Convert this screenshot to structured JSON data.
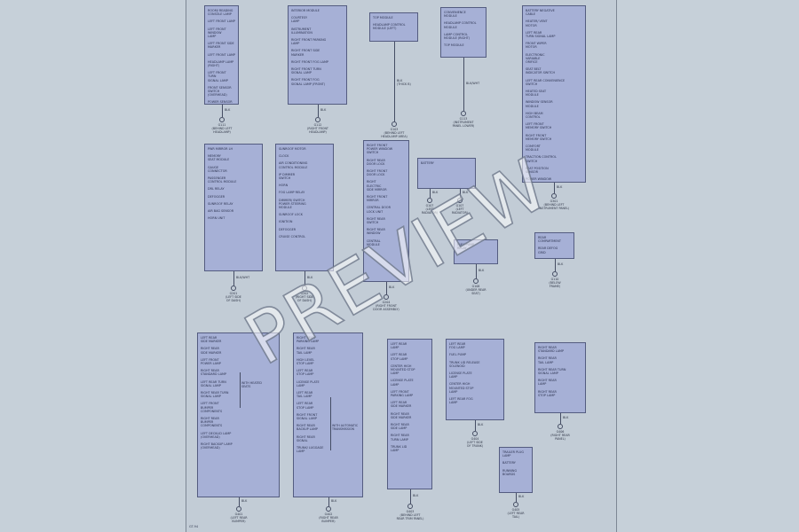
{
  "page_number": "GT-94",
  "watermark": "PREVIEW",
  "boxes": [
    {
      "items": [
        "ROOM/ READING\nCONSOLE LAMP",
        "LEFT FRONT LAMP",
        "LEFT FRONT WINDOW\nLAMP",
        "LEFT FRONT SIDE\nMARKER",
        "LEFT FRONT LAMP",
        "HEADLAMP LAMP\n(RIGHT)",
        "LEFT FRONT TURN\nSIGNAL LAMP",
        "FRONT SENSOR SWITCH\n(OVERHEAD)",
        "POWER SENSOR RELAY",
        "RADIO"
      ],
      "conn": {
        "wire": "BLK",
        "label": "G111\n(BEHIND LEFT\nHEADLAMP)"
      }
    },
    {
      "items": [
        "INTERIOR MODULE",
        "COURTESY\nLAMP",
        "INSTRUMENT\nILLUMINATION",
        "RIGHT FRONT PARKING\nLAMP",
        "RIGHT FRONT SIDE\nMARKER",
        "RIGHT FRONT FOG LAMP",
        "RIGHT FRONT TURN\nSIGNAL LAMP",
        "RIGHT FRONT FOG\nSIGNAL LAMP (FRONT)"
      ],
      "conn": {
        "wire": "BLK",
        "label": "G112\n(RIGHT FRONT\nHEADLAMP)"
      }
    },
    {
      "items": [
        "TOP MODULE",
        "HEADLAMP CONTROL\nMODULE (LEFT)"
      ],
      "conn": {
        "wire": "BLK\n(THICK B)",
        "label": "G103\n(BEHIND LEFT\nHEADLAMP AREA)"
      }
    },
    {
      "items": [
        "CONVENIENCE\nMODULE",
        "HEADLAMP CONTROL\nMODULE",
        "LAMP CONTROL\nMODULE (RIGHT)",
        "TOP MODULE"
      ],
      "conn": {
        "wire": "BLK/WHT",
        "label": "G113\n(INSTRUMENT\nPANEL LOWER)"
      }
    },
    {
      "items": [
        "BATTERY NEGATIVE\nCABLE",
        "HEATER/ VENT\nMOTOR",
        "LEFT REAR\nTURN SIGNAL LAMP",
        "FRONT WIPER\nMOTOR",
        "ELECTRONIC\nVARIABLE\nORIFICE",
        "SEAT BELT\nINDICATOR SWITCH",
        "LEFT REAR CONVENIENCE\nSWITCH",
        "HEATED SEAT\nMODULE",
        "WINDOW SENSOR\nMODULE",
        "HIGH BEAM\nCONTROL",
        "LEFT FRONT\nMEMORY SWITCH",
        "RIGHT FRONT\nMEMORY SWITCH",
        "COMFORT\nMODULE",
        "TRACTION CONTROL\nSWITCH",
        "SEAT POSITION\nSENSOR",
        "POWER WINDOW\nMASTER",
        "REMOTE KEYLESS\nRECEIVER"
      ],
      "conn": {
        "wire": "BLK",
        "label": "G301\n(BEHIND LEFT\nINSTRUMENT PANEL)"
      }
    },
    {
      "items": [
        "PWR MIRROR LH",
        "MEMORY\nSEAT MODULE",
        "GAUGE\nCONNECTOR",
        "PASSENGER\nCONTROL MODULE",
        "DRL RELAY",
        "DEFOGGER",
        "SUNROOF RELAY",
        "AIR BAG SENSOR",
        "HORN UNIT"
      ],
      "conn": {
        "wire": "BLK/WHT",
        "label": "G201\n(LEFT SIDE\nOF DASH)"
      }
    },
    {
      "items": [
        "SUNROOF MOTOR",
        "CLOCK",
        "AIR CONDITIONING\nCONTROL MODULE",
        "IP DIMMER\nSWITCH",
        "HORN",
        "FOG LAMP RELAY",
        "DIMMER/ SWITCH\nPOWER STEERING\nMODULE",
        "SUNROOF LOCK",
        "IGNITION",
        "DEFOGGER",
        "CRUISE CONTROL"
      ],
      "conn": {
        "wire": "BLK",
        "label": "G202\n(RIGHT SIDE\nOF DASH)"
      }
    },
    {
      "items": [
        "RIGHT FRONT\nPOWER WINDOW\nSWITCH",
        "RIGHT REAR\nDOOR LOCK",
        "RIGHT FRONT\nDOOR LOCK",
        "RIGHT\nELECTRIC\nSIDE MIRROR",
        "RIGHT FRONT\nMIRROR",
        "CENTRAL DOOR\nLOCK UNIT",
        "RIGHT REAR\nSWITCH",
        "RIGHT REAR\nWINDOW",
        "CENTRAL\nMODULE"
      ],
      "conn": {
        "wire": "BLK",
        "label": "G204\n(RIGHT FRONT\nDOOR ASSEMBLY)"
      }
    },
    {
      "items": [
        "BATTERY"
      ],
      "conn": {
        "wire": "BLK",
        "label": "G107\n(LEFT\nRADIATOR)"
      }
    },
    {
      "items": [
        "FUEL PUMP\nRELAY"
      ],
      "conn": {
        "wire": "BLK",
        "label": "G108\n(UNDER REAR\nSEAT)"
      }
    },
    {
      "items": [
        "REAR\nCOMPARTMENT",
        "REAR DEFOG\nGRID"
      ],
      "conn": {
        "wire": "BLK",
        "label": "G110\n(BELOW\nFRAME)"
      }
    },
    {
      "items": [
        "LEFT REAR\nSIDE MARKER",
        "RIGHT REAR\nSIDE MARKER",
        "LEFT FRONT\nPOWER LAMP",
        "RIGHT REAR\nSTANDARD LAMP",
        "LEFT REAR TURN\nSIGNAL LAMP",
        "RIGHT REAR TURN\nSIGNAL LAMP",
        "LEFT FRONT\nBUMPER\nCOMPONENTS",
        "RIGHT REAR\nBUMPER\nCOMPONENTS",
        "LEFT DECKLID LAMP\n(OVERHEAD)",
        "RIGHT BACKUP LAMP\n(OVERHEAD)"
      ],
      "conn": {
        "wire": "BLK",
        "label": "G401\n(LEFT REAR\nBUMPER)"
      }
    },
    {
      "items": [
        "RIGHT REAR\nPARKING LAMP",
        "RIGHT REAR\nTAIL LAMP",
        "HIGH LEVEL\nSTOP LAMP",
        "LEFT REAR\nSTOP LAMP",
        "LICENSE PLATE\nLAMP",
        "LEFT REAR\nTAIL LAMP",
        "LEFT REAR\nSTOP LAMP",
        "RIGHT FRONT\nSIGNAL LAMP",
        "RIGHT REAR\nBACKUP LAMP",
        "RIGHT REAR\nSIGNAL",
        "TRUNK/ LUGGAGE\nLAMP"
      ],
      "conn": {
        "wire": "BLK",
        "label": "G402\n(RIGHT REAR\nBUMPER)"
      }
    },
    {
      "items": [
        "LEFT REAR\nLAMP",
        "LEFT REAR\nSTOP LAMP",
        "CENTER HIGH\nMOUNTED STOP\nLAMP",
        "LICENSE PLATE\nLAMP",
        "LEFT FRONT\nPARKING LAMP",
        "LEFT REAR\nSIDE MARKER",
        "RIGHT REAR\nSIDE MARKER",
        "RIGHT REAR\nSIDE LAMP",
        "RIGHT REAR\nTURN LAMP",
        "TRUNK LID\nLAMP"
      ],
      "conn": {
        "wire": "BLK",
        "label": "G403\n(BEHIND LEFT\nREAR TRIM PANEL)"
      }
    },
    {
      "items": [
        "LEFT REAR\nFOG LAMP",
        "FUEL PUMP",
        "TRUNK LID RELEASE\nSOLENOID",
        "LICENSE PLATE\nLAMP",
        "CENTER HIGH\nMOUNTED STOP\nLAMP",
        "LEFT REAR FOG\nLAMP"
      ],
      "conn": {
        "wire": "BLK",
        "label": "G404\n(LEFT SIDE\nOF TRUNK)"
      }
    },
    {
      "items": [
        "RIGHT REAR\nSTANDARD LAMP",
        "RIGHT REAR\nTAIL LAMP",
        "RIGHT REAR TURN\nSIGNAL LAMP",
        "RIGHT REAR\nLAMP",
        "RIGHT REAR\nSTOP LAMP"
      ],
      "conn": {
        "wire": "BLK",
        "label": "G406\n(RIGHT REAR\nPANEL)"
      }
    },
    {
      "items": [
        "TRAILER PLUG\nLAMP",
        "BATTERY",
        "RUNNING\nBOARDS"
      ],
      "conn": {
        "wire": "BLK",
        "label": "G405\n(LEFT REAR\nTAIL)"
      }
    }
  ],
  "notes": [
    "WITH HEATED\nSEATS",
    "WITH AUTOMATIC\nTRANSMISSION"
  ]
}
